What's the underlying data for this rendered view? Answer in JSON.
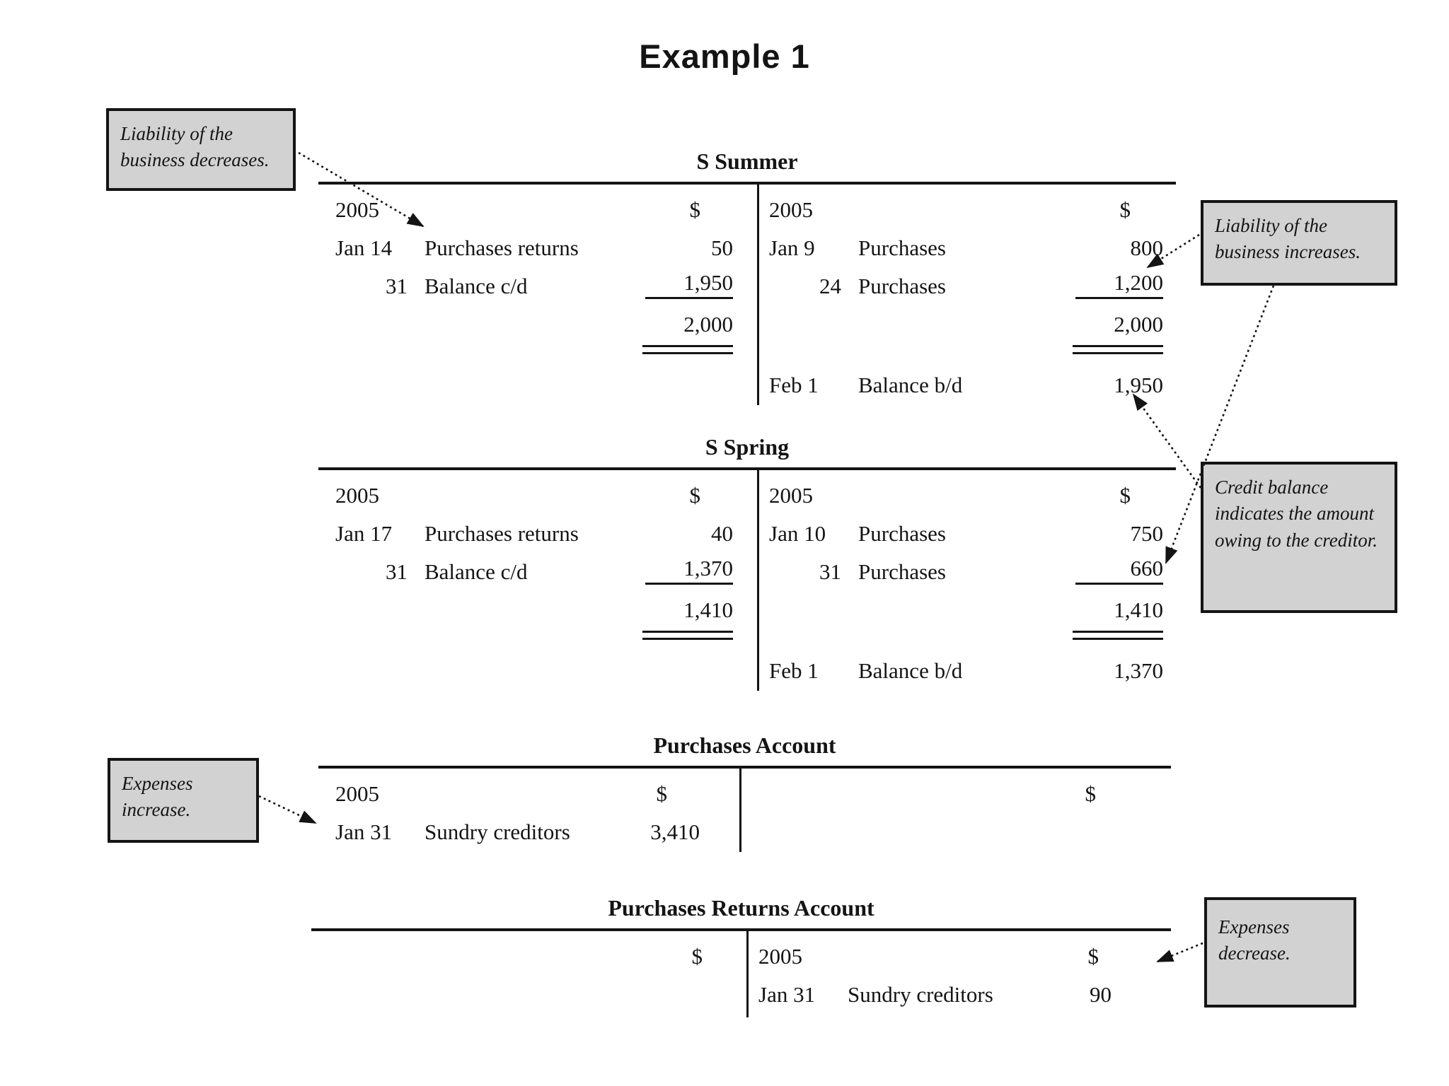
{
  "page_title": "Example 1",
  "currency": "$",
  "callouts": {
    "liability_decreases": "Liability of the business decreases.",
    "liability_increases": "Liability of the business increases.",
    "credit_balance": "Credit balance indicates the amount owing to the creditor.",
    "expenses_increase": "Expenses increase.",
    "expenses_decrease": "Expenses decrease."
  },
  "accounts": {
    "s_summer": {
      "title": "S Summer",
      "debit": {
        "year": "2005",
        "rows": [
          {
            "date": "Jan 14",
            "desc": "Purchases returns",
            "amount": "50"
          },
          {
            "date": "31",
            "desc": "Balance c/d",
            "amount": "1,950"
          }
        ],
        "total": "2,000"
      },
      "credit": {
        "year": "2005",
        "rows": [
          {
            "date": "Jan 9",
            "desc": "Purchases",
            "amount": "800"
          },
          {
            "date": "24",
            "desc": "Purchases",
            "amount": "1,200"
          }
        ],
        "total": "2,000",
        "balance": {
          "date": "Feb 1",
          "desc": "Balance b/d",
          "amount": "1,950"
        }
      }
    },
    "s_spring": {
      "title": "S Spring",
      "debit": {
        "year": "2005",
        "rows": [
          {
            "date": "Jan 17",
            "desc": "Purchases returns",
            "amount": "40"
          },
          {
            "date": "31",
            "desc": "Balance c/d",
            "amount": "1,370"
          }
        ],
        "total": "1,410"
      },
      "credit": {
        "year": "2005",
        "rows": [
          {
            "date": "Jan 10",
            "desc": "Purchases",
            "amount": "750"
          },
          {
            "date": "31",
            "desc": "Purchases",
            "amount": "660"
          }
        ],
        "total": "1,410",
        "balance": {
          "date": "Feb 1",
          "desc": "Balance b/d",
          "amount": "1,370"
        }
      }
    },
    "purchases": {
      "title": "Purchases Account",
      "debit": {
        "year": "2005",
        "rows": [
          {
            "date": "Jan 31",
            "desc": "Sundry creditors",
            "amount": "3,410"
          }
        ]
      }
    },
    "purchases_returns": {
      "title": "Purchases Returns Account",
      "credit": {
        "year": "2005",
        "rows": [
          {
            "date": "Jan 31",
            "desc": "Sundry creditors",
            "amount": "90"
          }
        ]
      }
    }
  }
}
